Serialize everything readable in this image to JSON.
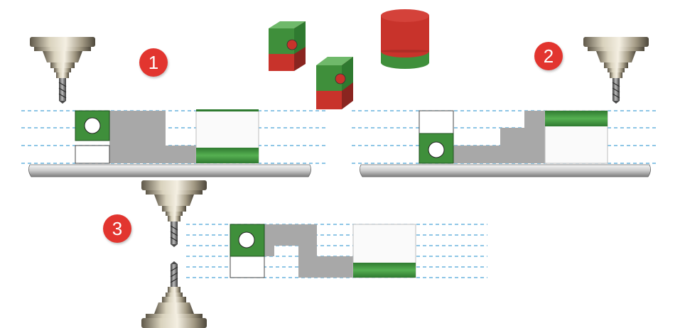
{
  "steps": [
    {
      "label": "1"
    },
    {
      "label": "2"
    },
    {
      "label": "3"
    }
  ],
  "colors": {
    "green": "#3f8f3b",
    "red": "#c8332b",
    "gray_material": "#a8a8a8",
    "guide_line": "#4aa3d8",
    "badge": "#e2352f"
  },
  "icons": [
    "spindle-icon",
    "end-mill-icon",
    "cube-part-icon",
    "cylinder-part-icon",
    "machine-table-icon"
  ]
}
